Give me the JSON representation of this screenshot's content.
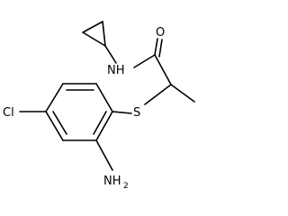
{
  "molecule": {
    "atoms": {
      "oxygen": "O",
      "amide_nh": "NH",
      "sulfur": "S",
      "chlorine": "Cl",
      "amine_n": "NH",
      "amine_sub": "2"
    },
    "colors": {
      "bond": "#000000",
      "label": "#000000",
      "background": "#ffffff"
    }
  }
}
